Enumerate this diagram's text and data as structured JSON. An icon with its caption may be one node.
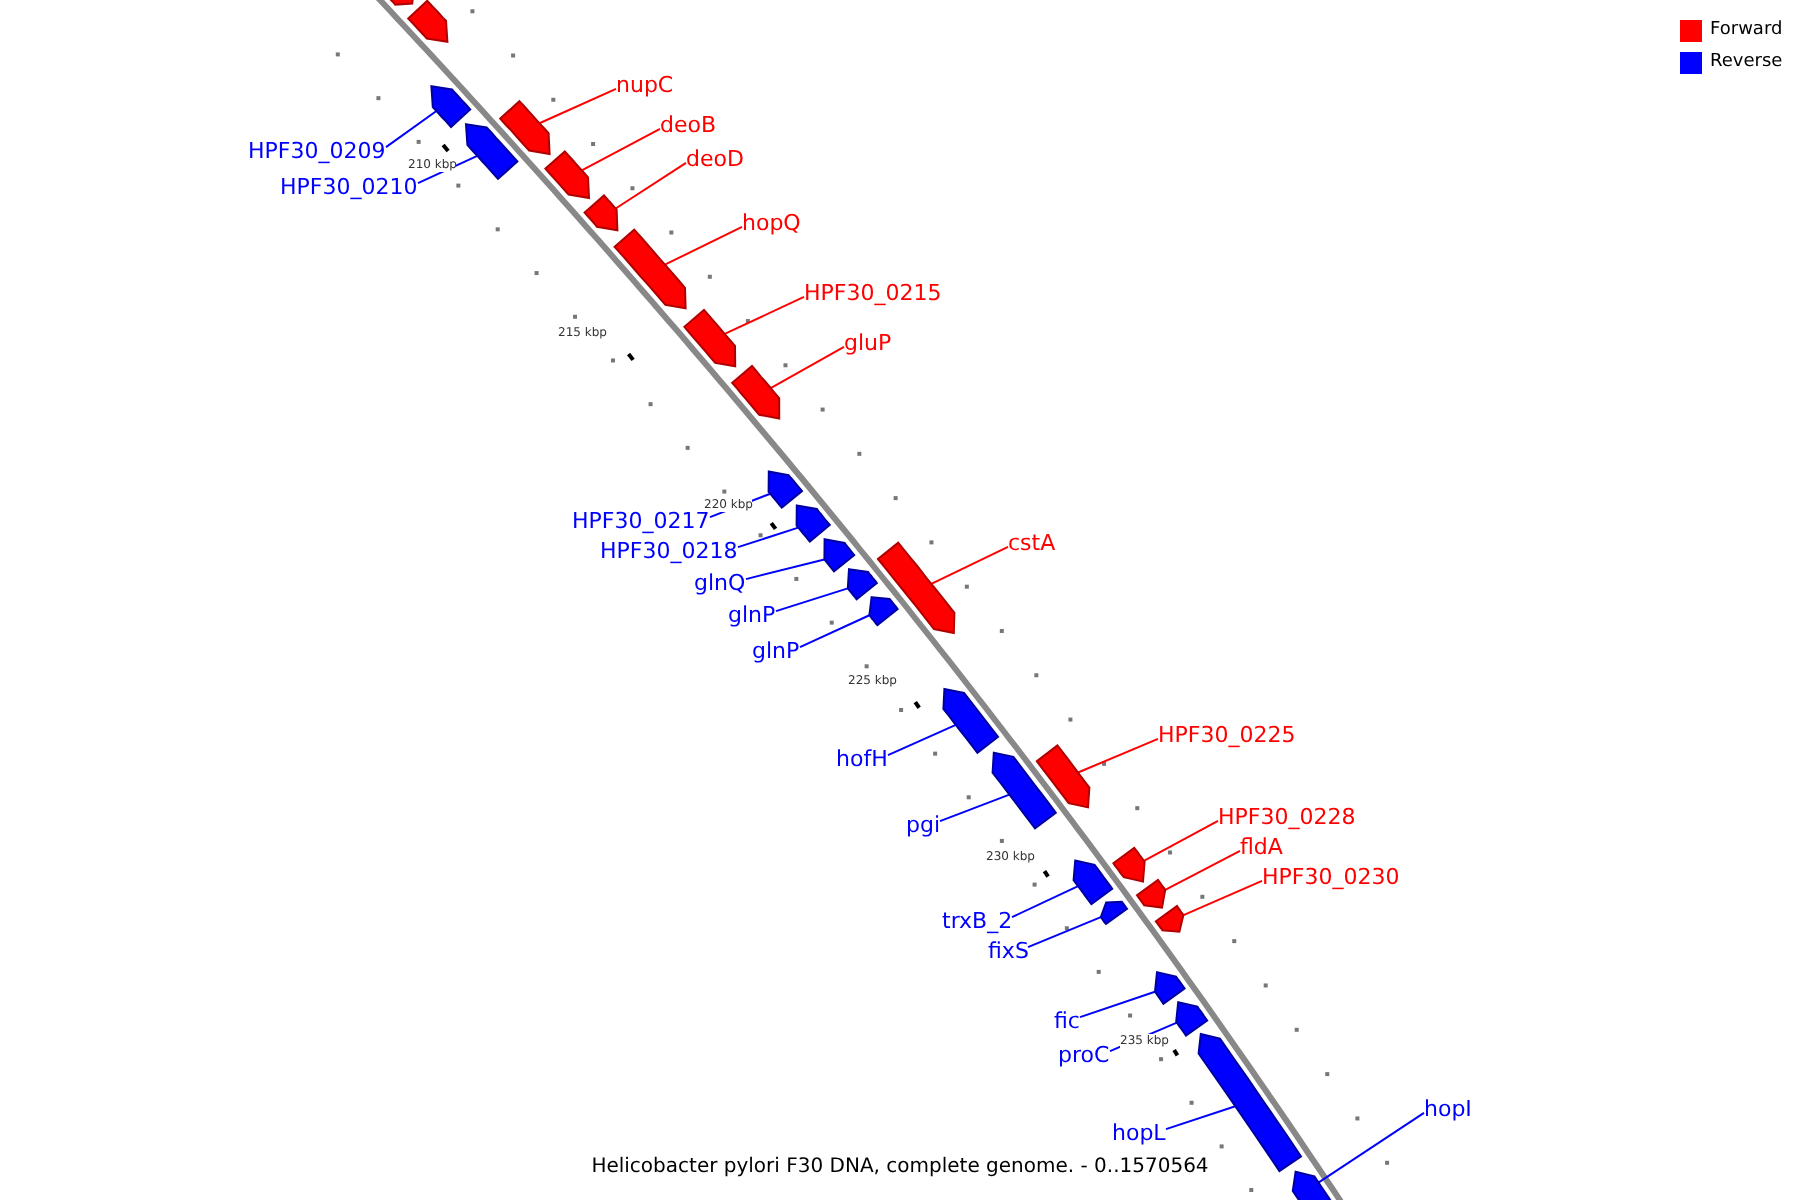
{
  "diagram": {
    "caption": "Helicobacter pylori F30 DNA, complete genome. - 0..1570564",
    "nodes": [
      {
        "text": [],
        "shape": "bar"
      },
      {
        "text": [],
        "shape": "bar"
      },
      {
        "text": [
          "HPF30_0209"
        ]
      },
      {
        "text": [],
        "shape": "bar"
      },
      {
        "text": [
          "HPF30_0210"
        ]
      },
      {
        "text": [],
        "shape": "bar"
      },
      {
        "text": [
          "nupC"
        ]
      },
      {
        "text": [],
        "shape": "bar"
      },
      {
        "text": [
          "deoB"
        ]
      },
      {
        "text": [],
        "shape": "bar"
      },
      {
        "text": [
          "deoD"
        ]
      },
      {
        "text": [],
        "shape": "bar"
      },
      {
        "text": [
          "hopQ"
        ]
      },
      {
        "text": [],
        "shape": "bar"
      },
      {
        "text": [
          "HPF30_0215"
        ]
      },
      {
        "text": [],
        "shape": "bar"
      },
      {
        "text": [
          "gluP"
        ]
      },
      {
        "text": [],
        "shape": "bar"
      },
      {
        "text": [
          "HPF30_0217"
        ]
      },
      {
        "text": [],
        "shape": "bar"
      },
      {
        "text": [
          "HPF30_0218"
        ]
      },
      {
        "text": [],
        "shape": "bar"
      },
      {
        "text": [
          "glnQ"
        ]
      },
      {
        "text": [],
        "shape": "bar"
      },
      {
        "text": [
          "glnP"
        ]
      },
      {
        "text": [],
        "shape": "bar"
      },
      {
        "text": [
          "glnP"
        ]
      },
      {
        "text": [],
        "shape": "bar"
      },
      {
        "text": [
          "cstA"
        ]
      },
      {
        "text": [],
        "shape": "bar"
      },
      {
        "text": [
          "hofH"
        ]
      },
      {
        "text": [],
        "shape": "bar"
      },
      {
        "text": [
          "pgi"
        ]
      },
      {
        "text": [],
        "shape": "bar"
      },
      {
        "text": [
          "HPF30_0225"
        ]
      },
      {
        "text": [],
        "shape": "bar"
      },
      {
        "text": [
          "trxB_2"
        ]
      },
      {
        "text": [],
        "shape": "bar"
      },
      {
        "text": [
          "fixS"
        ]
      },
      {
        "text": [],
        "shape": "bar"
      },
      {
        "text": [
          "HPF30_0228"
        ]
      },
      {
        "text": [],
        "shape": "bar"
      },
      {
        "text": [
          "fldA"
        ]
      },
      {
        "text": [],
        "shape": "bar"
      },
      {
        "text": [
          "HPF30_0230"
        ]
      },
      {
        "text": [],
        "shape": "bar"
      },
      {
        "text": [
          "fic"
        ]
      },
      {
        "text": [],
        "shape": "bar"
      },
      {
        "text": [
          "proC"
        ]
      },
      {
        "text": [],
        "shape": "bar"
      },
      {
        "text": [
          "hopL"
        ]
      },
      {
        "text": [],
        "shape": "bar"
      },
      {
        "text": [],
        "shape": "bar"
      },
      {
        "text": [
          "hopI"
        ]
      }
    ],
    "edges": [
      {
        "from": 2,
        "to": 3,
        "arrow": "none"
      },
      {
        "from": 4,
        "to": 5,
        "arrow": "none"
      },
      {
        "from": 6,
        "to": 7,
        "arrow": "none",
        "color": "#ff0000"
      },
      {
        "from": 8,
        "to": 9,
        "arrow": "none",
        "color": "#ff0000"
      },
      {
        "from": 10,
        "to": 11,
        "arrow": "none",
        "color": "#ff0000"
      },
      {
        "from": 12,
        "to": 13,
        "arrow": "none",
        "color": "#ff0000"
      },
      {
        "from": 14,
        "to": 15,
        "arrow": "none",
        "color": "#ff0000"
      },
      {
        "from": 16,
        "to": 17,
        "arrow": "none",
        "color": "#ff0000"
      },
      {
        "from": 18,
        "to": 19,
        "arrow": "none"
      },
      {
        "from": 20,
        "to": 21,
        "arrow": "none"
      },
      {
        "from": 22,
        "to": 23,
        "arrow": "none"
      },
      {
        "from": 24,
        "to": 25,
        "arrow": "none"
      },
      {
        "from": 26,
        "to": 27,
        "arrow": "none"
      },
      {
        "from": 28,
        "to": 29,
        "arrow": "none",
        "color": "#ff0000"
      },
      {
        "from": 30,
        "to": 31,
        "arrow": "none"
      },
      {
        "from": 32,
        "to": 33,
        "arrow": "none"
      },
      {
        "from": 34,
        "to": 35,
        "arrow": "none",
        "color": "#ff0000"
      },
      {
        "from": 36,
        "to": 37,
        "arrow": "none"
      },
      {
        "from": 38,
        "to": 39,
        "arrow": "none"
      },
      {
        "from": 40,
        "to": 41,
        "arrow": "none",
        "color": "#ff0000"
      },
      {
        "from": 42,
        "to": 43,
        "arrow": "none",
        "color": "#ff0000"
      },
      {
        "from": 44,
        "to": 45,
        "arrow": "none",
        "color": "#ff0000"
      },
      {
        "from": 46,
        "to": 47,
        "arrow": "none"
      },
      {
        "from": 48,
        "to": 49,
        "arrow": "none"
      },
      {
        "from": 50,
        "to": 51,
        "arrow": "none"
      },
      {
        "from": 53,
        "to": 52,
        "arrow": "none"
      }
    ],
    "labels": [
      "210 kbp",
      "215 kbp",
      "220 kbp",
      "225 kbp",
      "230 kbp",
      "235 kbp"
    ],
    "legend": [
      {
        "text": "Forward",
        "color": "#ff0000"
      },
      {
        "text": "Reverse",
        "color": "#0000ff"
      }
    ]
  }
}
